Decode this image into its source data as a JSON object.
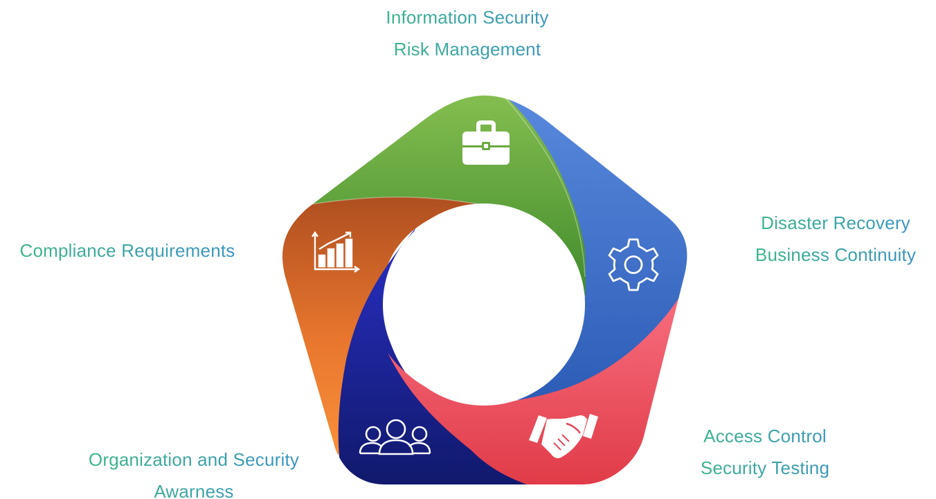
{
  "segments": [
    {
      "id": "risk",
      "lines": [
        "Information Security",
        "Risk Management"
      ],
      "icon": "briefcase-icon",
      "color_light": "#86bf50",
      "color_dark": "#3f8a2c"
    },
    {
      "id": "recovery",
      "lines": [
        "Disaster Recovery",
        "Business Continuity"
      ],
      "icon": "gear-icon",
      "color_light": "#5383d8",
      "color_dark": "#2f5fb8"
    },
    {
      "id": "access",
      "lines": [
        "Access Control",
        "Security Testing"
      ],
      "icon": "handshake-icon",
      "color_light": "#f7677e",
      "color_dark": "#e23c4a"
    },
    {
      "id": "awareness",
      "lines": [
        "Organization and Security",
        "Awarness"
      ],
      "icon": "people-icon",
      "color_light": "#2a2fbf",
      "color_dark": "#121a78"
    },
    {
      "id": "compliance",
      "lines": [
        "Compliance Requirements"
      ],
      "icon": "bar-chart-icon",
      "color_light": "#ff8c3a",
      "color_dark": "#b5521f"
    }
  ],
  "label_gradient": [
    "#3dba82",
    "#3a8fc9"
  ]
}
